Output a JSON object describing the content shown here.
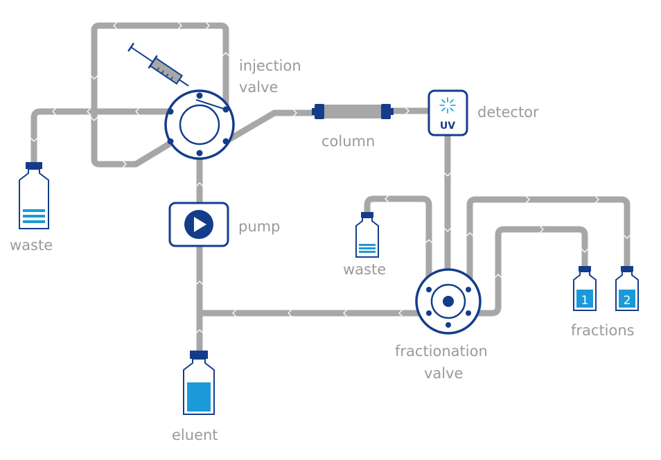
{
  "labels": {
    "injection_valve_line1": "injection",
    "injection_valve_line2": "valve",
    "column": "column",
    "detector": "detector",
    "detector_badge": "UV",
    "pump": "pump",
    "waste_left": "waste",
    "waste_right": "waste",
    "eluent": "eluent",
    "fractionation_valve_line1": "fractionation",
    "fractionation_valve_line2": "valve",
    "fractions": "fractions",
    "fraction_1": "1",
    "fraction_2": "2"
  },
  "colors": {
    "navy": "#133d8b",
    "tube_gray": "#a7a7a7",
    "liquid_blue": "#1a9ad8",
    "label_gray": "#9a9a9a"
  },
  "icons": {
    "pump": "play-icon",
    "detector": "uv-lamp-icon",
    "injector": "syringe-icon"
  }
}
